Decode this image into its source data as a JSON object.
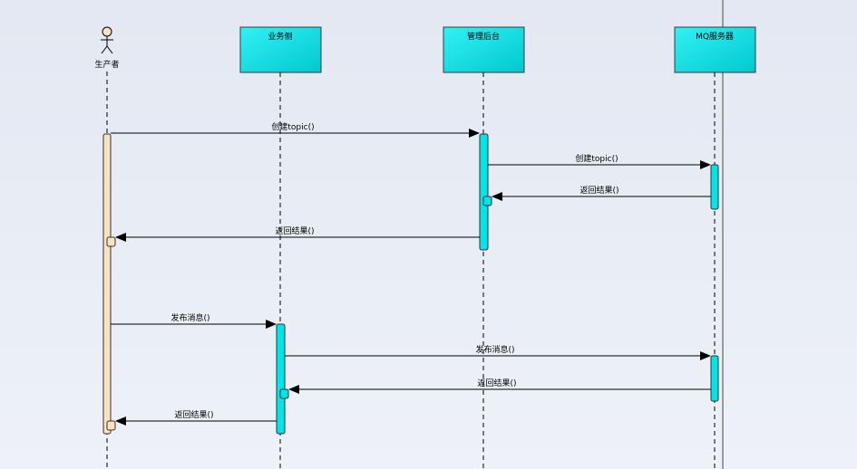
{
  "diagram": {
    "actor": {
      "label": "生产者"
    },
    "lifelines": [
      {
        "label": "业务侧"
      },
      {
        "label": "管理后台"
      },
      {
        "label": "MQ服务器"
      }
    ],
    "messages": [
      {
        "label": "创建topic()"
      },
      {
        "label": "创建topic()"
      },
      {
        "label": "返回结果()"
      },
      {
        "label": "返回结果()"
      },
      {
        "label": "发布消息()"
      },
      {
        "label": "发布消息()"
      },
      {
        "label": "返回结果()"
      },
      {
        "label": "返回结果()"
      }
    ]
  },
  "colors": {
    "lifeline_box": "#00e5ea",
    "activation": "#00e5ea",
    "actor_activation": "#fbe1c0"
  }
}
